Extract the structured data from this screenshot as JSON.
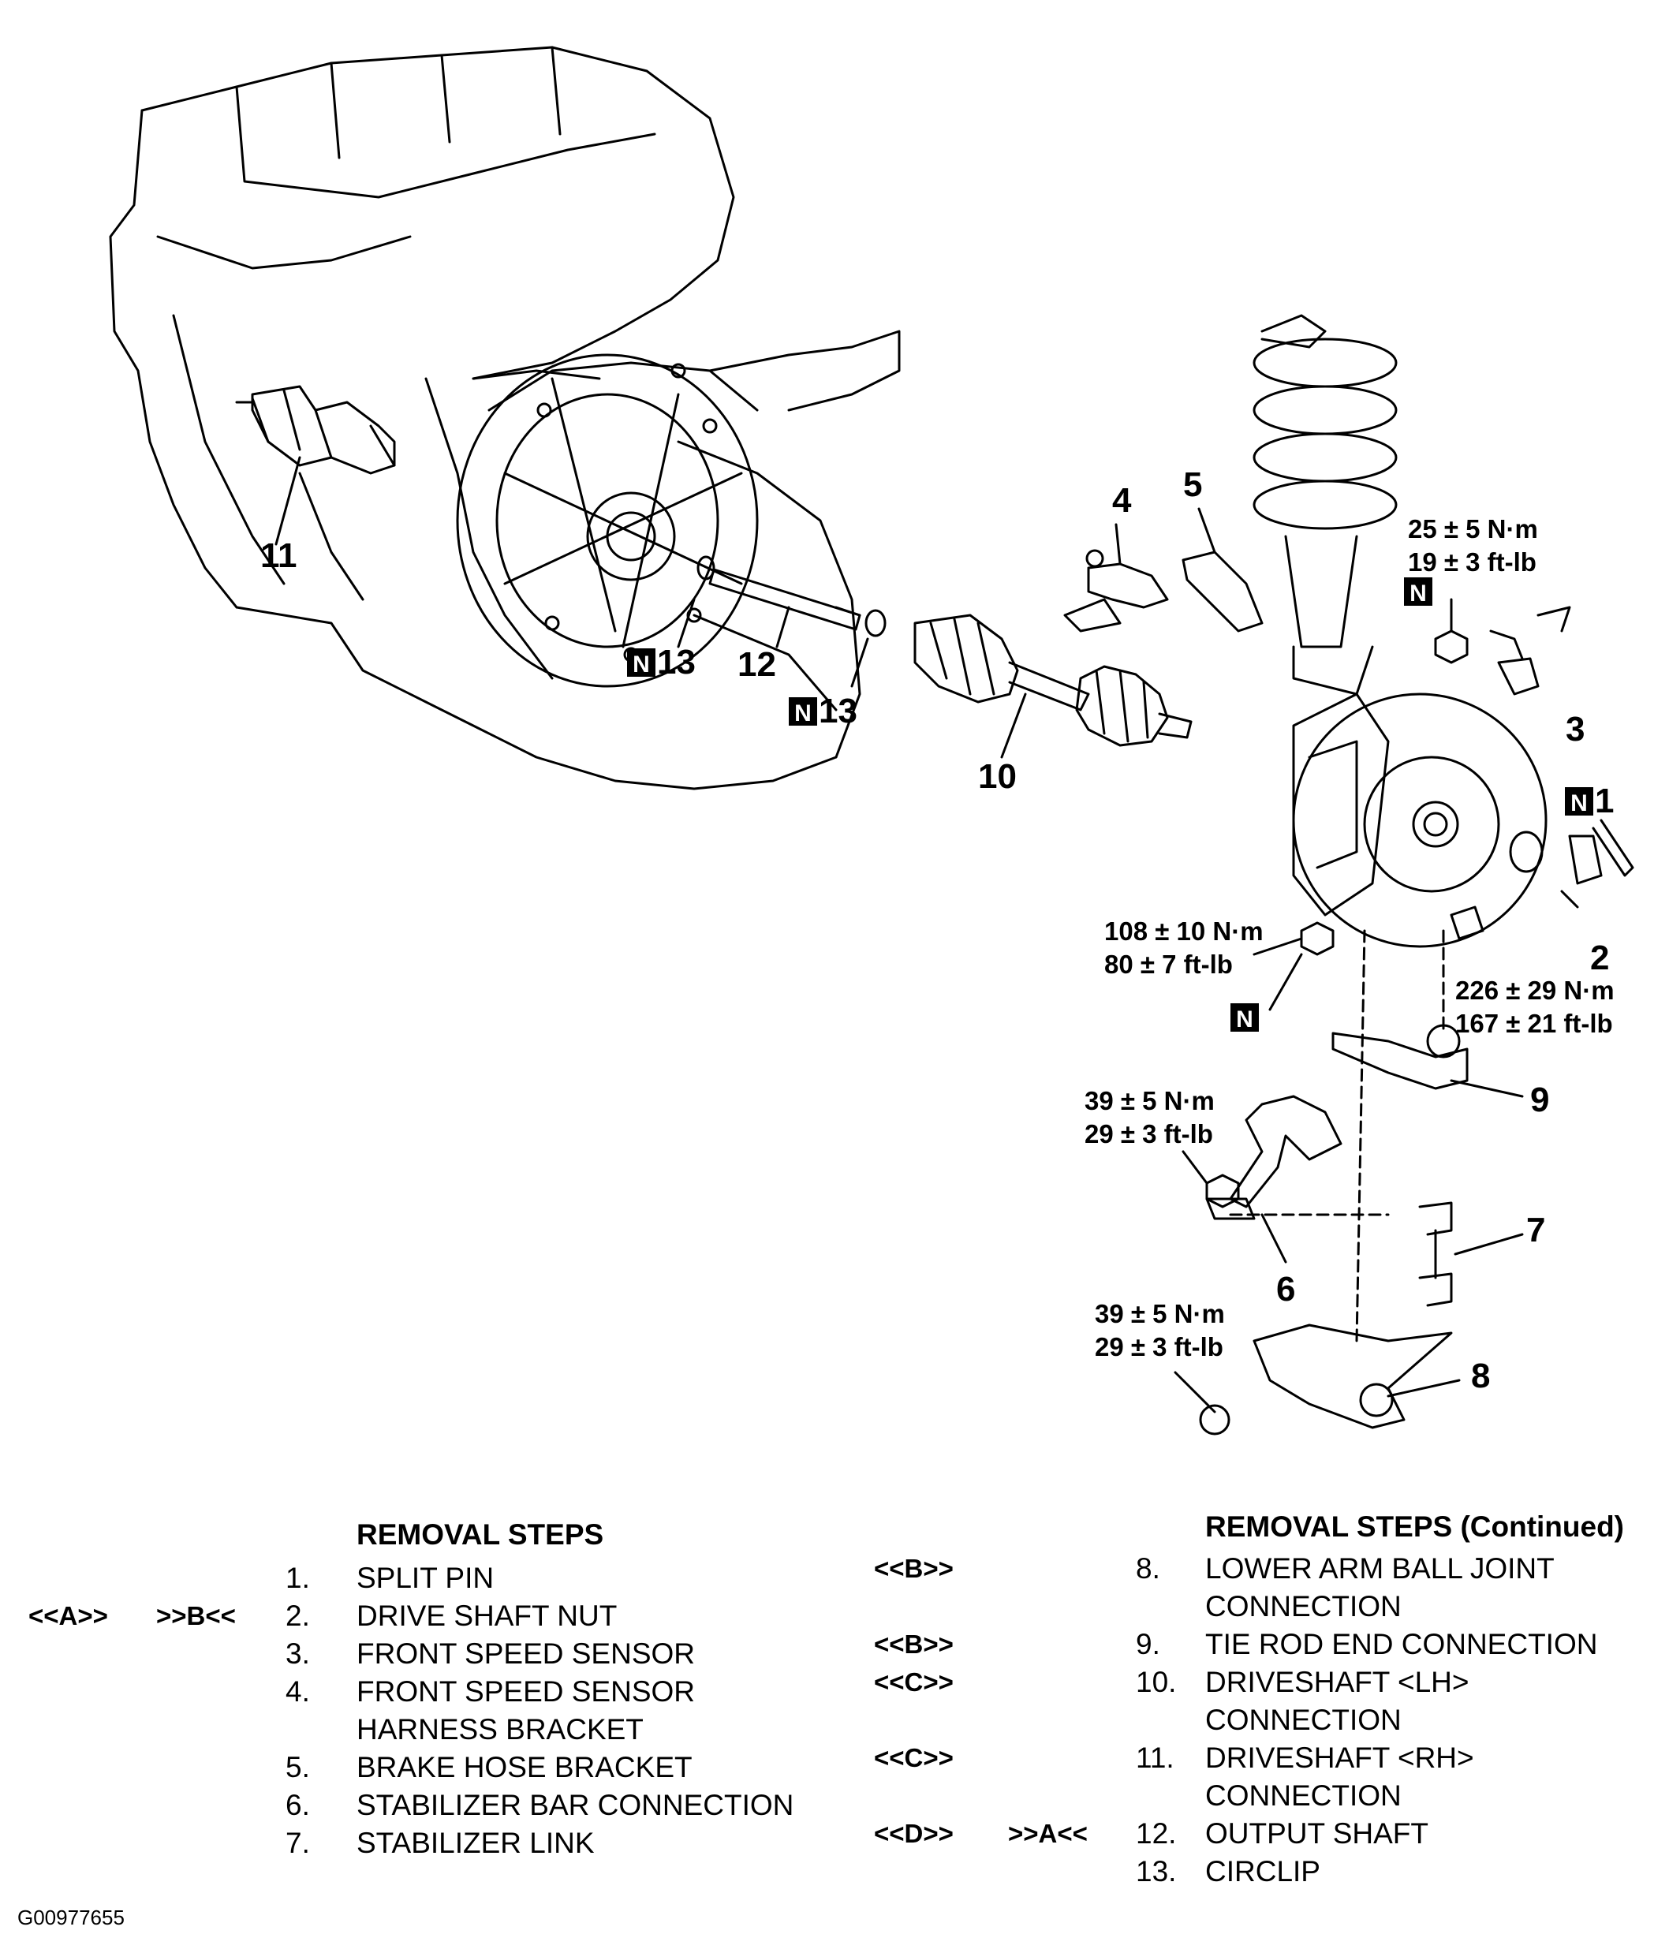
{
  "callouts": {
    "c1": "1",
    "c2": "2",
    "c3": "3",
    "c4": "4",
    "c5": "5",
    "c6": "6",
    "c7": "7",
    "c8": "8",
    "c9": "9",
    "c10": "10",
    "c11": "11",
    "c12": "12",
    "c13a": "13",
    "c13b": "13"
  },
  "new_part_mark": "N",
  "torques": {
    "strut_nut": [
      "25 ± 5 N·m",
      "19 ± 3 ft-lb"
    ],
    "knuckle_nut": [
      "108 ± 10 N·m",
      "80 ± 7 ft-lb"
    ],
    "drive_shaft_nut": [
      "226 ± 29 N·m",
      "167 ± 21 ft-lb"
    ],
    "stabilizer_nut": [
      "39 ± 5 N·m",
      "29 ± 3 ft-lb"
    ],
    "lower_arm_nut": [
      "39 ± 5 N·m",
      "29 ± 3 ft-lb"
    ]
  },
  "removal_steps": {
    "title": "REMOVAL STEPS",
    "title_continued": "REMOVAL STEPS (Continued)",
    "left": [
      {
        "code1": "",
        "code2": "",
        "num": "1.",
        "lines": [
          "SPLIT PIN"
        ]
      },
      {
        "code1": "<<A>>",
        "code2": ">>B<<",
        "num": "2.",
        "lines": [
          "DRIVE SHAFT NUT"
        ]
      },
      {
        "code1": "",
        "code2": "",
        "num": "3.",
        "lines": [
          "FRONT SPEED SENSOR"
        ]
      },
      {
        "code1": "",
        "code2": "",
        "num": "4.",
        "lines": [
          "FRONT SPEED SENSOR",
          "HARNESS BRACKET"
        ]
      },
      {
        "code1": "",
        "code2": "",
        "num": "5.",
        "lines": [
          "BRAKE HOSE BRACKET"
        ]
      },
      {
        "code1": "",
        "code2": "",
        "num": "6.",
        "lines": [
          "STABILIZER BAR CONNECTION"
        ]
      },
      {
        "code1": "",
        "code2": "",
        "num": "7.",
        "lines": [
          "STABILIZER LINK"
        ]
      }
    ],
    "right": [
      {
        "code1": "<<B>>",
        "code2": "",
        "num": "8.",
        "lines": [
          "LOWER ARM BALL JOINT",
          "CONNECTION"
        ]
      },
      {
        "code1": "<<B>>",
        "code2": "",
        "num": "9.",
        "lines": [
          "TIE ROD END CONNECTION"
        ]
      },
      {
        "code1": "<<C>>",
        "code2": "",
        "num": "10.",
        "lines": [
          "DRIVESHAFT <LH>",
          "CONNECTION"
        ]
      },
      {
        "code1": "<<C>>",
        "code2": "",
        "num": "11.",
        "lines": [
          "DRIVESHAFT <RH>",
          "CONNECTION"
        ]
      },
      {
        "code1": "<<D>>",
        "code2": ">>A<<",
        "num": "12.",
        "lines": [
          "OUTPUT SHAFT"
        ]
      },
      {
        "code1": "",
        "code2": "",
        "num": "13.",
        "lines": [
          "CIRCLIP"
        ]
      }
    ]
  },
  "figure_id": "G00977655"
}
